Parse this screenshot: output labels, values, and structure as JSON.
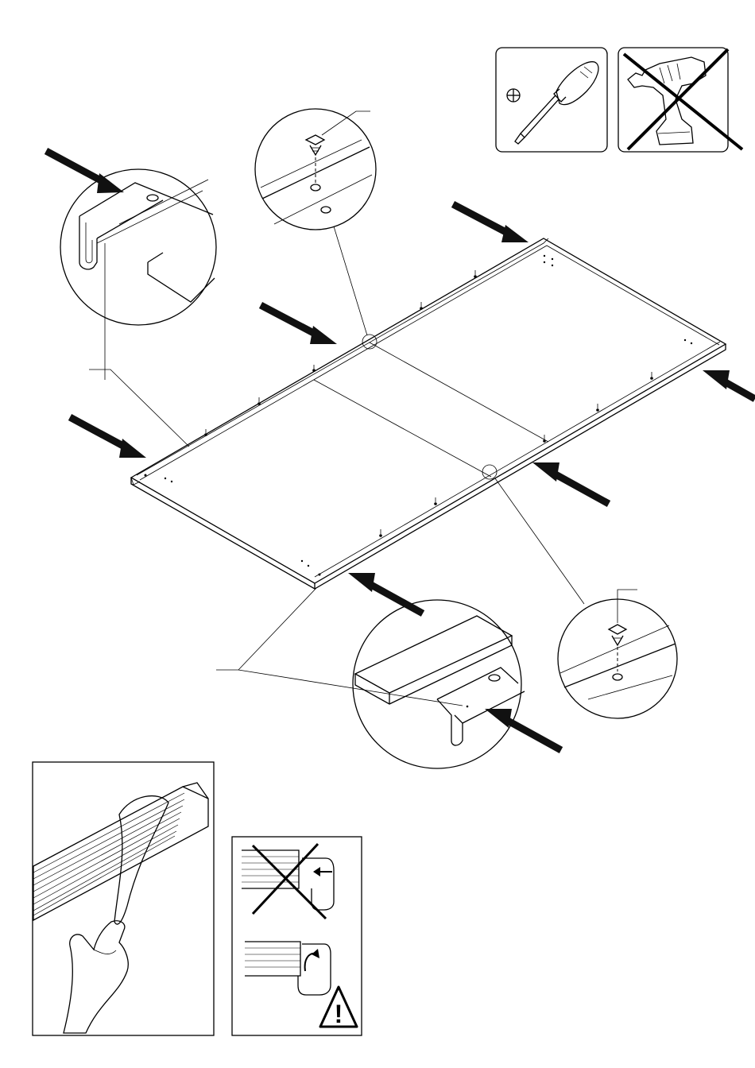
{
  "page": {
    "type": "assembly-instruction-step",
    "background": "#ffffff",
    "ink": "#000000"
  },
  "tools": [
    {
      "name": "screwdriver-icon",
      "symbol": "⊕",
      "allowed": true
    },
    {
      "name": "power-drill-icon",
      "allowed": false
    }
  ],
  "panels": [
    {
      "name": "strip-peel-illustration"
    },
    {
      "name": "edge-strip-warning-panel",
      "variants": [
        "wrong-push-in",
        "correct-fold-over"
      ],
      "warning_symbol": "!"
    }
  ]
}
